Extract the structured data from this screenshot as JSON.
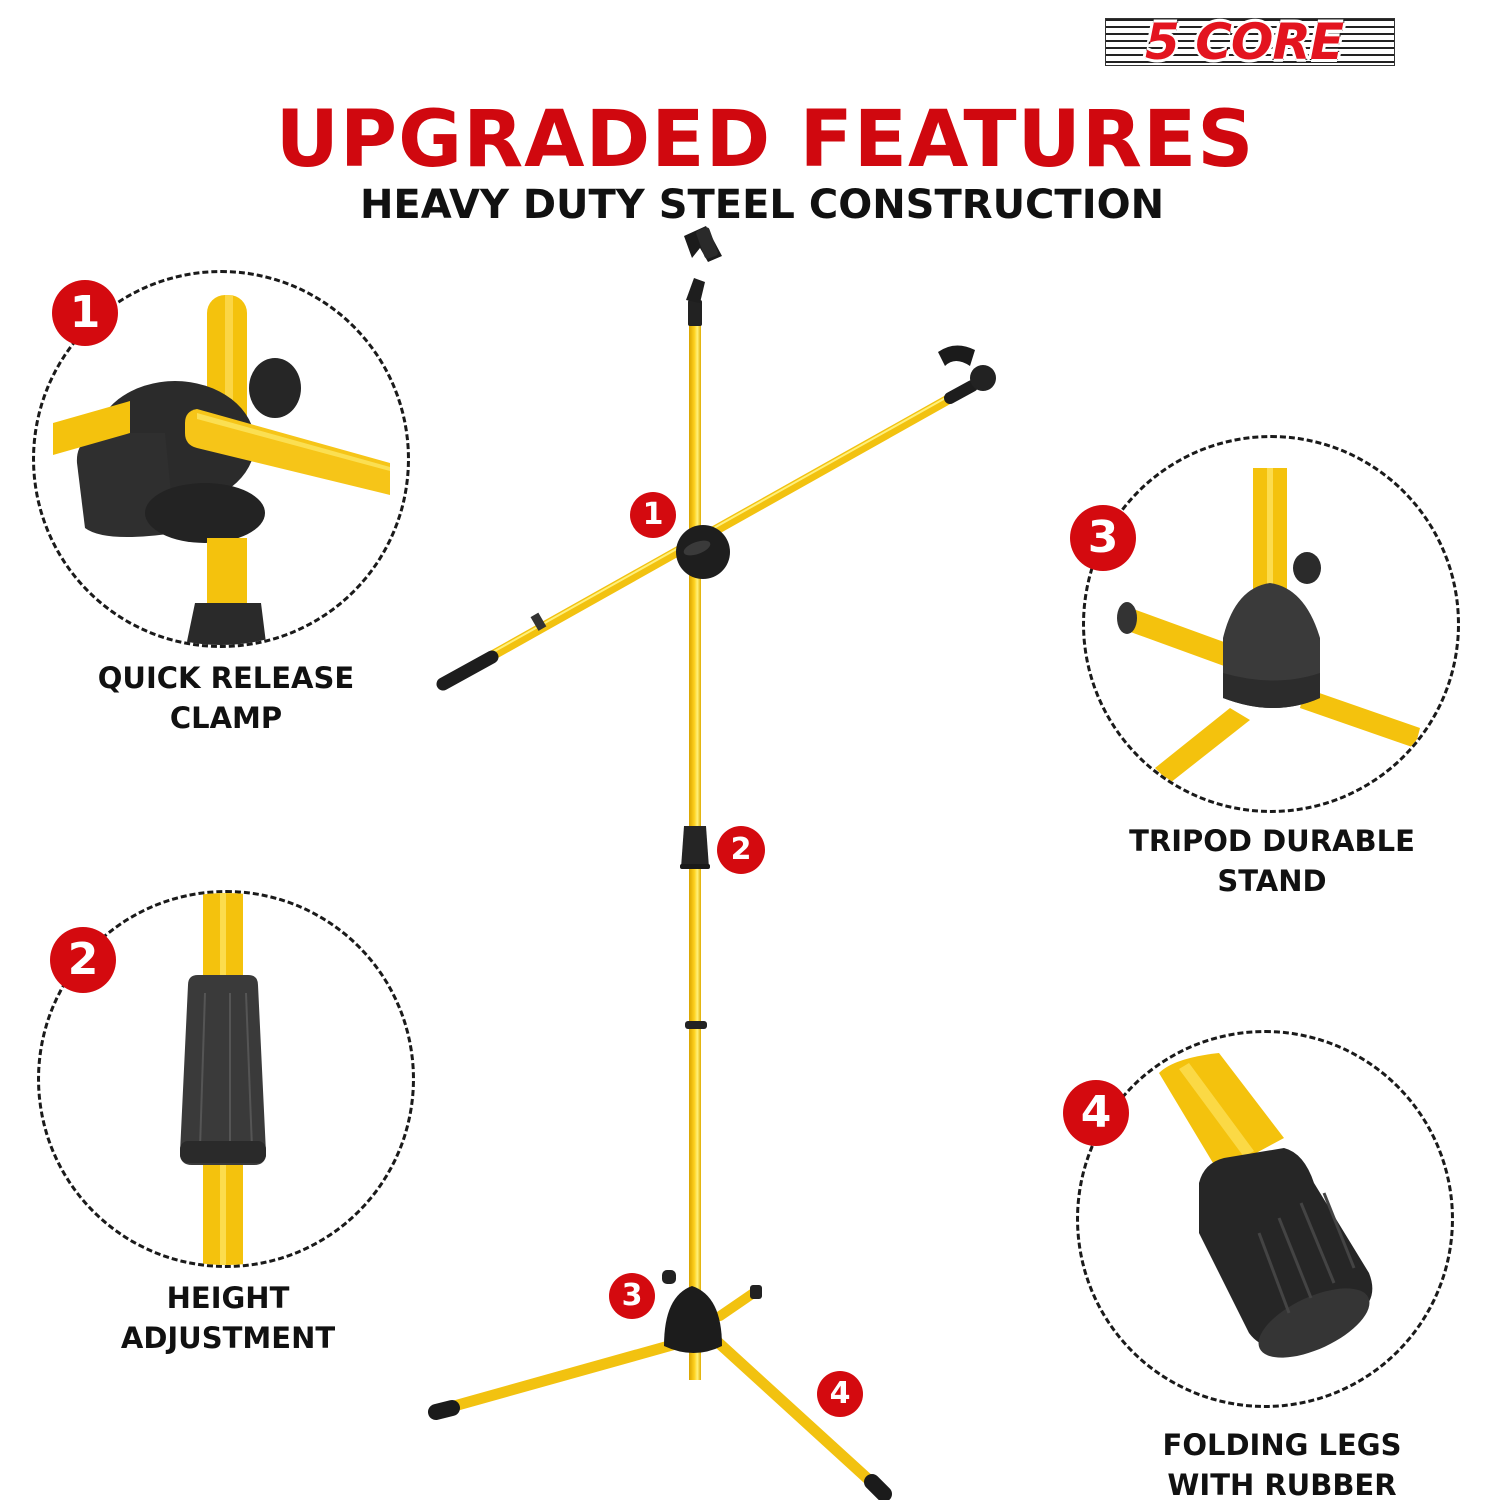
{
  "brand": {
    "logo_text": "5 CORE"
  },
  "header": {
    "title": "UPGRADED FEATURES",
    "subtitle": "HEAVY DUTY STEEL CONSTRUCTION"
  },
  "colors": {
    "accent_red": "#d40a0f",
    "pole_yellow": "#f5c518",
    "rubber_black": "#2a2a2a",
    "text_dark": "#111111"
  },
  "features": [
    {
      "number": "1",
      "label_line1": "QUICK RELEASE",
      "label_line2": "CLAMP",
      "icon": "clamp-icon"
    },
    {
      "number": "2",
      "label_line1": "HEIGHT",
      "label_line2": "ADJUSTMENT",
      "icon": "height-adjuster-icon"
    },
    {
      "number": "3",
      "label_line1": "TRIPOD DURABLE",
      "label_line2": "STAND",
      "icon": "tripod-base-icon"
    },
    {
      "number": "4",
      "label_line1": "FOLDING LEGS",
      "label_line2": "WITH RUBBER",
      "icon": "rubber-foot-icon"
    }
  ],
  "product_callouts": [
    "1",
    "2",
    "3",
    "4"
  ]
}
